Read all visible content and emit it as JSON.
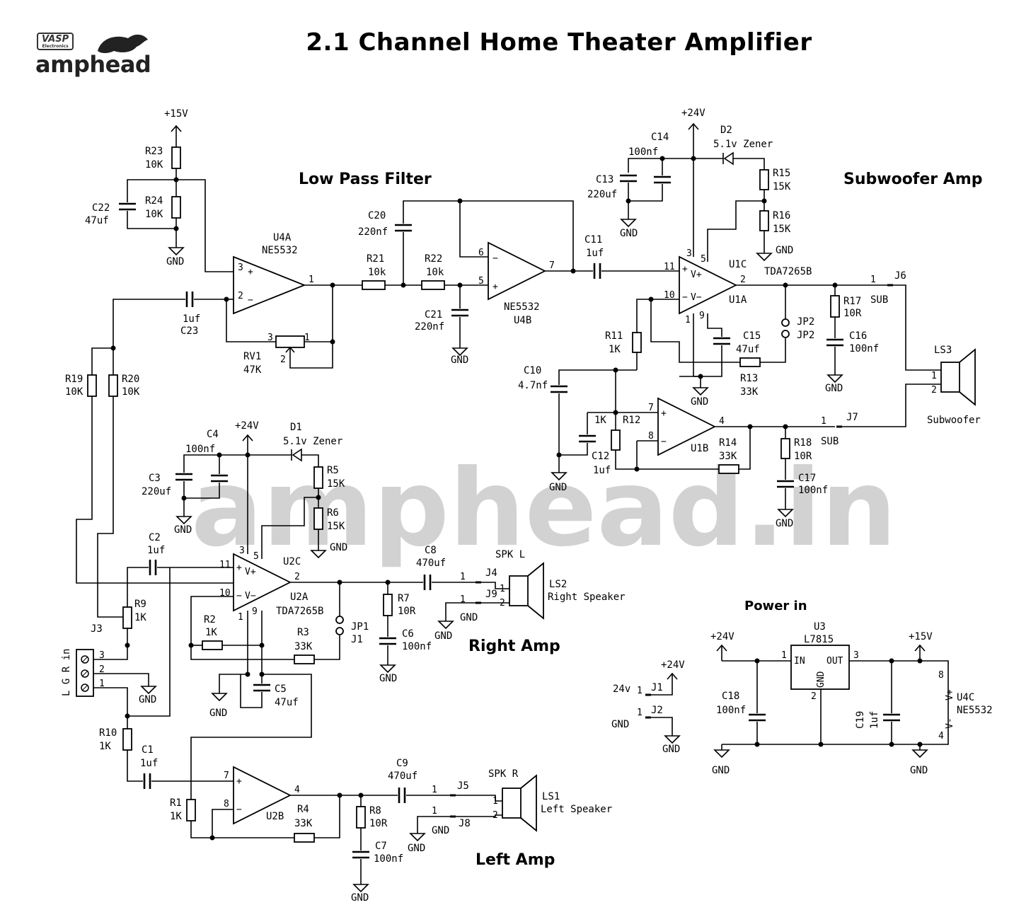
{
  "title": "2.1 Channel Home Theater Amplifier",
  "logo": {
    "brand": "VASP",
    "brand_sub": "Electronics",
    "wordmark": "amphead"
  },
  "watermark": "amphead.in",
  "sections": {
    "low_pass": "Low Pass Filter",
    "subwoofer": "Subwoofer Amp",
    "right": "Right Amp",
    "left": "Left Amp",
    "power": "Power in"
  },
  "rails": {
    "v15": "+15V",
    "v24": "+24V",
    "v24b": "+24V",
    "v24c": "+24V",
    "v24d": "+24V",
    "v15b": "+15V"
  },
  "gnd": "GND",
  "components": {
    "R23": {
      "ref": "R23",
      "val": "10K"
    },
    "R24": {
      "ref": "R24",
      "val": "10K"
    },
    "C22": {
      "ref": "C22",
      "val": "47uf"
    },
    "U4A": {
      "ref": "U4A",
      "val": "NE5532"
    },
    "C23": {
      "ref": "C23",
      "val": "1uf"
    },
    "RV1": {
      "ref": "RV1",
      "val": "47K"
    },
    "C20": {
      "ref": "C20",
      "val": "220nf"
    },
    "R21": {
      "ref": "R21",
      "val": "10k"
    },
    "R22": {
      "ref": "R22",
      "val": "10k"
    },
    "C21": {
      "ref": "C21",
      "val": "220nf"
    },
    "U4B": {
      "ref": "U4B",
      "val": "NE5532"
    },
    "C11": {
      "ref": "C11",
      "val": "1uf"
    },
    "C14": {
      "ref": "C14",
      "val": "100nf"
    },
    "C13": {
      "ref": "C13",
      "val": "220uf"
    },
    "D2": {
      "ref": "D2",
      "val": "5.1v Zener"
    },
    "R15": {
      "ref": "R15",
      "val": "15K"
    },
    "R16": {
      "ref": "R16",
      "val": "15K"
    },
    "U1C": {
      "ref": "U1C",
      "val": "TDA7265B"
    },
    "U1A": {
      "ref": "U1A"
    },
    "C15": {
      "ref": "C15",
      "val": "47uf"
    },
    "R11": {
      "ref": "R11",
      "val": "1K"
    },
    "R13": {
      "ref": "R13",
      "val": "33K"
    },
    "JP2": {
      "ref": "JP2",
      "val": "JP2"
    },
    "R17": {
      "ref": "R17",
      "val": "10R"
    },
    "C16": {
      "ref": "C16",
      "val": "100nf"
    },
    "J6": {
      "ref": "J6",
      "val": "SUB"
    },
    "LS3": {
      "ref": "LS3",
      "val": "Subwoofer"
    },
    "C10": {
      "ref": "C10",
      "val": "4.7nf"
    },
    "C12": {
      "ref": "C12",
      "val": "1uf"
    },
    "R12": {
      "ref": "R12",
      "val": "1K"
    },
    "U1B": {
      "ref": "U1B"
    },
    "R14": {
      "ref": "R14",
      "val": "33K"
    },
    "R18": {
      "ref": "R18",
      "val": "10R"
    },
    "C17": {
      "ref": "C17",
      "val": "100nf"
    },
    "J7": {
      "ref": "J7",
      "val": "SUB"
    },
    "R19": {
      "ref": "R19",
      "val": "10K"
    },
    "R20": {
      "ref": "R20",
      "val": "10K"
    },
    "C4": {
      "ref": "C4",
      "val": "100nf"
    },
    "C3": {
      "ref": "C3",
      "val": "220uf"
    },
    "D1": {
      "ref": "D1",
      "val": "5.1v Zener"
    },
    "R5": {
      "ref": "R5",
      "val": "15K"
    },
    "R6": {
      "ref": "R6",
      "val": "15K"
    },
    "U2C": {
      "ref": "U2C"
    },
    "U2A": {
      "ref": "U2A",
      "val": "TDA7265B"
    },
    "C2": {
      "ref": "C2",
      "val": "1uf"
    },
    "R9": {
      "ref": "R9",
      "val": "1K"
    },
    "R2": {
      "ref": "R2",
      "val": "1K"
    },
    "R3": {
      "ref": "R3",
      "val": "33K"
    },
    "JP1": {
      "ref": "JP1",
      "val": "J1"
    },
    "C5": {
      "ref": "C5",
      "val": "47uf"
    },
    "C8": {
      "ref": "C8",
      "val": "470uf"
    },
    "R7": {
      "ref": "R7",
      "val": "10R"
    },
    "C6": {
      "ref": "C6",
      "val": "100nf"
    },
    "J4": {
      "ref": "J4",
      "val": "SPK L"
    },
    "J9": {
      "ref": "J9"
    },
    "LS2": {
      "ref": "LS2",
      "val": "Right Speaker"
    },
    "J3": {
      "ref": "J3",
      "val": "L G R in"
    },
    "R10": {
      "ref": "R10",
      "val": "1K"
    },
    "C1": {
      "ref": "C1",
      "val": "1uf"
    },
    "R1": {
      "ref": "R1",
      "val": "1K"
    },
    "U2B": {
      "ref": "U2B"
    },
    "R4": {
      "ref": "R4",
      "val": "33K"
    },
    "C9": {
      "ref": "C9",
      "val": "470uf"
    },
    "R8": {
      "ref": "R8",
      "val": "10R"
    },
    "C7": {
      "ref": "C7",
      "val": "100nf"
    },
    "J5": {
      "ref": "J5",
      "val": "SPK R"
    },
    "J8": {
      "ref": "J8"
    },
    "LS1": {
      "ref": "LS1",
      "val": "Left Speaker"
    },
    "J1": {
      "ref": "J1",
      "val": "24v"
    },
    "J2": {
      "ref": "J2",
      "val": "GND"
    },
    "U3": {
      "ref": "U3",
      "val": "L7815",
      "in": "IN",
      "out": "OUT",
      "gnd": "GND"
    },
    "C18": {
      "ref": "C18",
      "val": "100nf"
    },
    "C19": {
      "ref": "C19",
      "val": "1uf"
    },
    "U4C": {
      "ref": "U4C",
      "val": "NE5532",
      "vp": "V+",
      "vn": "V-"
    }
  }
}
